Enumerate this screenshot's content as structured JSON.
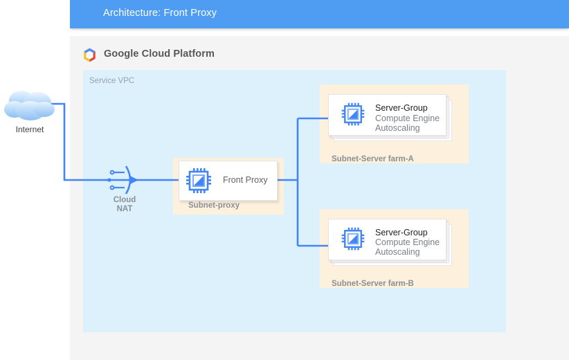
{
  "title_bar": {
    "text": "Architecture: Front Proxy",
    "background": "#4f9df2",
    "text_color": "#ffffff"
  },
  "gcp_panel": {
    "title": "Google Cloud Platform",
    "logo_icon": "google-cloud-platform-logo",
    "background": "#f4f4f4"
  },
  "vpc": {
    "label": "Service VPC",
    "background": "#ddf1fd"
  },
  "internet": {
    "label": "Internet",
    "icon": "cloud-icon"
  },
  "cloud_nat": {
    "label_line1": "Cloud",
    "label_line2": "NAT",
    "icon": "cloud-nat-funnel-icon"
  },
  "subnets": [
    {
      "id": "subnet-proxy",
      "label": "Subnet-proxy",
      "background": "#fdf0dd",
      "card": {
        "icon": "cpu-chip-icon",
        "title": "Front Proxy",
        "subtitle1": "",
        "subtitle2": "",
        "stacked": false
      }
    },
    {
      "id": "subnet-server-farm-a",
      "label": "Subnet-Server farm-A",
      "background": "#fdf0dd",
      "card": {
        "icon": "cpu-chip-icon",
        "title": "Server-Group",
        "subtitle1": "Compute Engine",
        "subtitle2": "Autoscaling",
        "stacked": true
      }
    },
    {
      "id": "subnet-server-farm-b",
      "label": "Subnet-Server farm-B",
      "background": "#fdf0dd",
      "card": {
        "icon": "cpu-chip-icon",
        "title": "Server-Group",
        "subtitle1": "Compute Engine",
        "subtitle2": "Autoscaling",
        "stacked": true
      }
    }
  ],
  "connectors": {
    "color": "#4285f4",
    "links": [
      "internet-to-cloud-nat",
      "cloud-nat-to-front-proxy",
      "front-proxy-to-server-farm-a",
      "front-proxy-to-server-farm-b"
    ]
  }
}
